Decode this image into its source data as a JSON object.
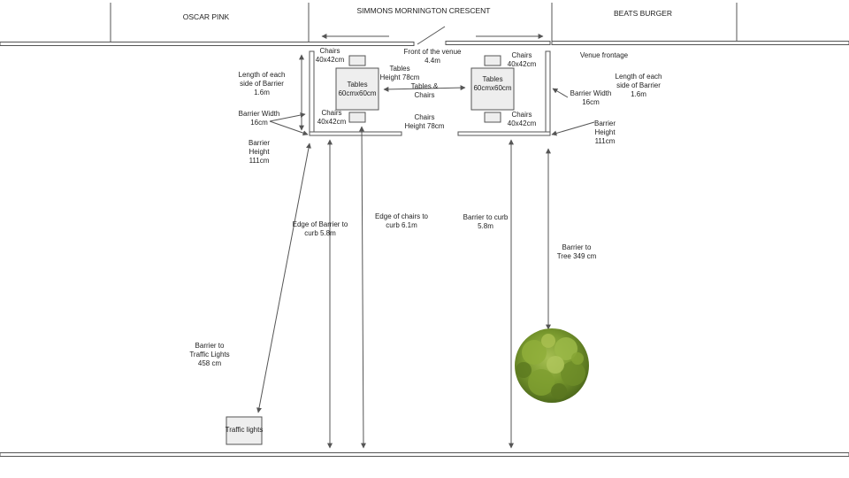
{
  "shops": {
    "left": "OSCAR PINK",
    "center": "SIMMONS MORNINGTON CRESCENT",
    "right": "BEATS BURGER"
  },
  "front_of_venue": [
    "Front of the venue",
    "4.4m"
  ],
  "venue_frontage": "Venue frontage",
  "left_group": {
    "chairs_top": [
      "Chairs",
      "40x42cm"
    ],
    "table": [
      "Tables",
      "60cmx60cm"
    ],
    "chairs_bottom": [
      "Chairs",
      "40x42cm"
    ],
    "barrier_length": [
      "Length of each",
      "side of Barrier",
      "1.6m"
    ],
    "barrier_width": [
      "Barrier Width",
      "16cm"
    ],
    "barrier_height": [
      "Barrier",
      "Height",
      "111cm"
    ]
  },
  "center_labels": {
    "tables_height": [
      "Tables",
      "Height 78cm"
    ],
    "tables_chairs": [
      "Tables &",
      "Chairs"
    ],
    "chairs_height": [
      "Chairs",
      "Height 78cm"
    ]
  },
  "right_group": {
    "chairs_top": [
      "Chairs",
      "40x42cm"
    ],
    "table": [
      "Tables",
      "60cmx60cm"
    ],
    "chairs_bottom": [
      "Chairs",
      "40x42cm"
    ],
    "barrier_length": [
      "Length of each",
      "side of Barrier",
      "1.6m"
    ],
    "barrier_width": [
      "Barrier Width",
      "16cm"
    ],
    "barrier_height": [
      "Barrier",
      "Height",
      "111cm"
    ]
  },
  "measurements": {
    "edge_barrier_curb": [
      "Edge of Barrier to",
      "curb 5.8m"
    ],
    "edge_chairs_curb": [
      "Edge of chairs to",
      "curb 6.1m"
    ],
    "barrier_curb": [
      "Barrier to curb",
      "5.8m"
    ],
    "barrier_tree": [
      "Barrier to",
      "Tree 349 cm"
    ],
    "barrier_traffic": [
      "Barrier to",
      "Traffic Lights",
      "458 cm"
    ]
  },
  "traffic_lights": "Traffic lights",
  "colors": {
    "line": "#555555",
    "box_fill": "#eeeeee",
    "tree_dark": "#4f6b1c",
    "tree_mid": "#7a9a2e",
    "tree_light": "#a6bf52"
  }
}
